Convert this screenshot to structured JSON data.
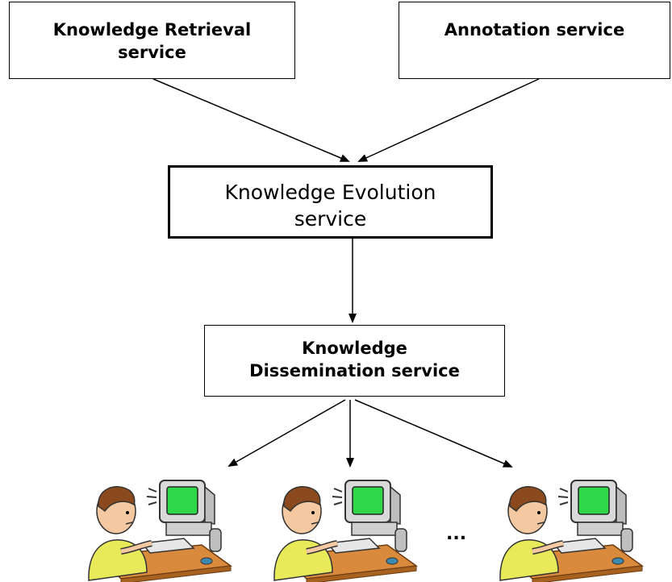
{
  "nodes": {
    "retrieval": [
      "Knowledge Retrieval",
      "service"
    ],
    "annotation": [
      "Annotation service"
    ],
    "evolution": [
      "Knowledge Evolution",
      "service"
    ],
    "dissemination": [
      "Knowledge",
      "Dissemination service"
    ]
  },
  "edges": [
    {
      "from": "retrieval",
      "to": "evolution"
    },
    {
      "from": "annotation",
      "to": "evolution"
    },
    {
      "from": "evolution",
      "to": "dissemination"
    },
    {
      "from": "dissemination",
      "to": "user-1"
    },
    {
      "from": "dissemination",
      "to": "user-2"
    },
    {
      "from": "dissemination",
      "to": "user-3"
    }
  ],
  "users": [
    "user-1",
    "user-2",
    "user-3"
  ],
  "ellipsis": "...",
  "icons": {
    "user": "user-at-computer-icon"
  },
  "colors": {
    "screen": "#2fd84a",
    "skin": "#f4c8a0",
    "desk": "#d98a3c",
    "shirt": "#e9ea5a"
  }
}
